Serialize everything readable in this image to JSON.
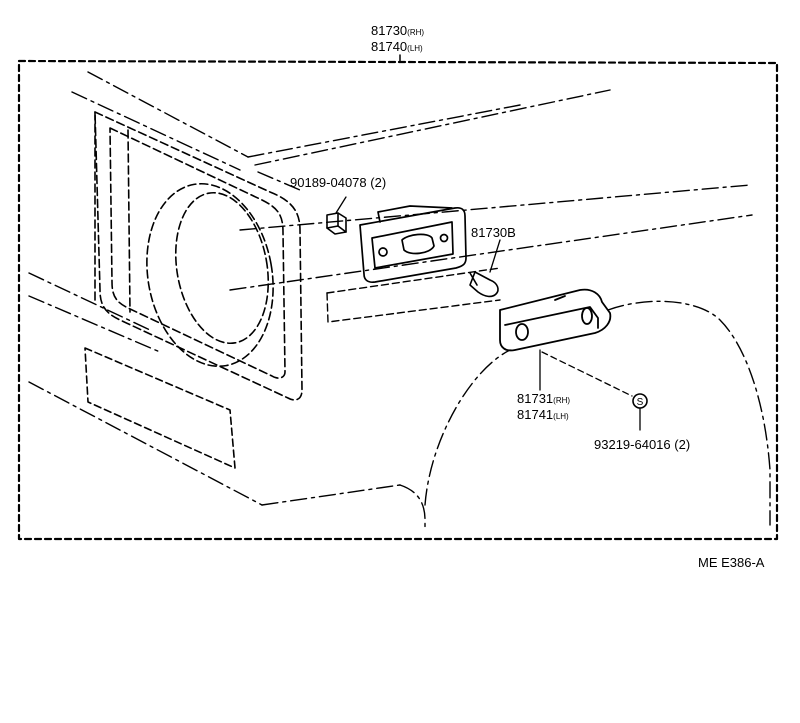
{
  "diagram": {
    "parts": {
      "top_rh": {
        "number": "81730",
        "suffix": "(RH)"
      },
      "top_lh": {
        "number": "81740",
        "suffix": "(LH)"
      },
      "screw": {
        "number": "90189-04078",
        "qty": "(2)"
      },
      "bulb": {
        "number": "81730B"
      },
      "lens_rh": {
        "number": "81731",
        "suffix": "(RH)"
      },
      "lens_lh": {
        "number": "81741",
        "suffix": "(LH)"
      },
      "nut": {
        "number": "93219-64016",
        "qty": "(2)",
        "symbol": "S"
      }
    },
    "diagram_code": "ME E386-A"
  }
}
